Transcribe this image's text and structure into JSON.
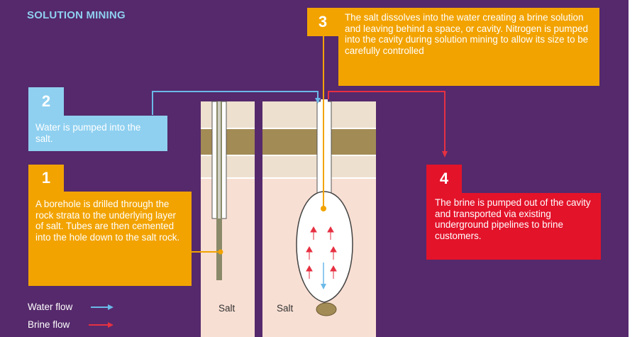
{
  "title": "SOLUTION MINING",
  "steps": {
    "step1": {
      "number": "1",
      "text": "A borehole is drilled through the rock strata to the underlying layer of salt. Tubes are then cemented into the hole down to the salt rock."
    },
    "step2": {
      "number": "2",
      "text": "Water is pumped into the salt."
    },
    "step3": {
      "number": "3",
      "text": "The salt dissolves into the water creating a brine solution and leaving behind a space, or cavity. Nitrogen is pumped into the cavity during solution mining to allow its size to be carefully controlled"
    },
    "step4": {
      "number": "4",
      "text": "The brine is pumped out of the cavity and transported via existing underground pipelines to brine customers."
    }
  },
  "labels": {
    "salt_left": "Salt",
    "salt_right": "Salt"
  },
  "legend": {
    "water": "Water flow",
    "brine": "Brine flow"
  },
  "colors": {
    "background": "#55296b",
    "title": "#8fd0f0",
    "orange": "#f2a300",
    "light_blue": "#8fd0f0",
    "red": "#e3132a",
    "water_flow": "#6bb9e8",
    "brine_flow": "#e63042"
  }
}
